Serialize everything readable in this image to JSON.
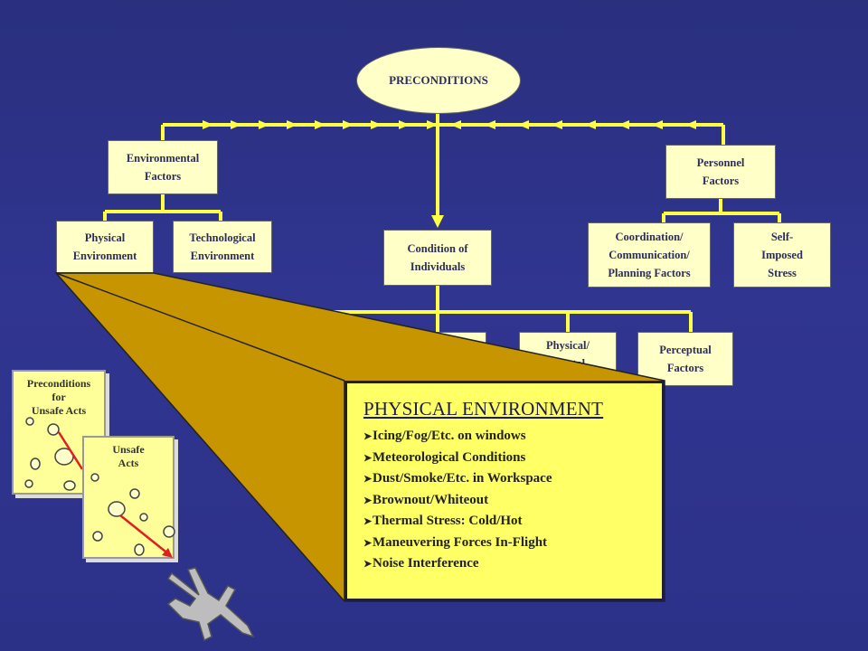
{
  "preconditions": "PRECONDITIONS",
  "environmental_factors": "Environmental\nFactors",
  "personnel_factors": "Personnel\nFactors",
  "physical_environment": "Physical\nEnvironment",
  "technological_environment": "Technological\nEnvironment",
  "condition_of_individuals": "Condition of\nIndividuals",
  "coordination": "Coordination/\nCommunication/\nPlanning Factors",
  "self_imposed_stress": "Self-\nImposed\nStress",
  "physical_mental": "Physical/\nMental",
  "perceptual_factors": "Perceptual\nFactors",
  "mini_preconditions": "Preconditions\nfor\nUnsafe Acts",
  "mini_unsafe_acts": "Unsafe\nActs",
  "callout": {
    "title": "PHYSICAL ENVIRONMENT",
    "items": [
      "Icing/Fog/Etc. on windows",
      "Meteorological Conditions",
      "Dust/Smoke/Etc. in Workspace",
      "Brownout/Whiteout",
      "Thermal Stress: Cold/Hot",
      "Maneuvering Forces In-Flight",
      "Noise Interference"
    ]
  },
  "colors": {
    "background": "#2e3388",
    "connector": "#ffff44",
    "box_fill": "#ffffc8",
    "callout_fill": "#ffff66",
    "zoom_fill": "#c79500"
  }
}
